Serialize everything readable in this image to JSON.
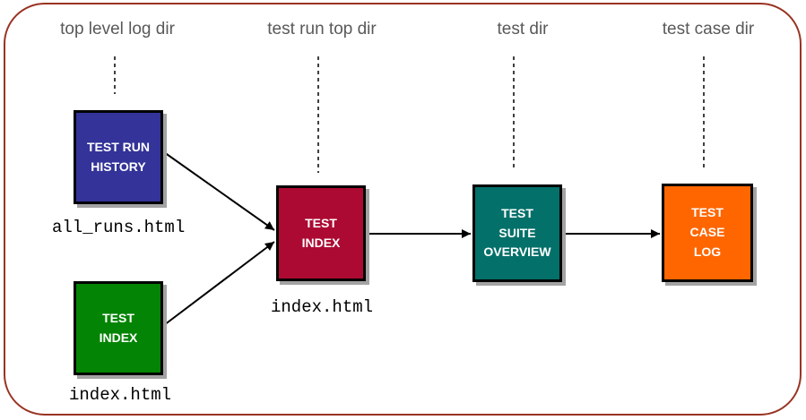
{
  "diagram": {
    "border_color": "#993322",
    "label_color": "#595959",
    "columns": [
      {
        "label": "top level log dir"
      },
      {
        "label": "test run top dir"
      },
      {
        "label": "test dir"
      },
      {
        "label": "test case dir"
      }
    ],
    "nodes": {
      "test_run_history": {
        "label": "TEST RUN\nHISTORY",
        "color": "#333399",
        "file": "all_runs.html"
      },
      "test_index_top": {
        "label": "TEST\nINDEX",
        "color": "#048404",
        "file": "index.html"
      },
      "test_index_run": {
        "label": "TEST\nINDEX",
        "color": "#ac0a32",
        "file": "index.html"
      },
      "test_suite_overview": {
        "label": "TEST\nSUITE\nOVERVIEW",
        "color": "#04706a"
      },
      "test_case_log": {
        "label": "TEST\nCASE\nLOG",
        "color": "#ff6600"
      }
    }
  }
}
